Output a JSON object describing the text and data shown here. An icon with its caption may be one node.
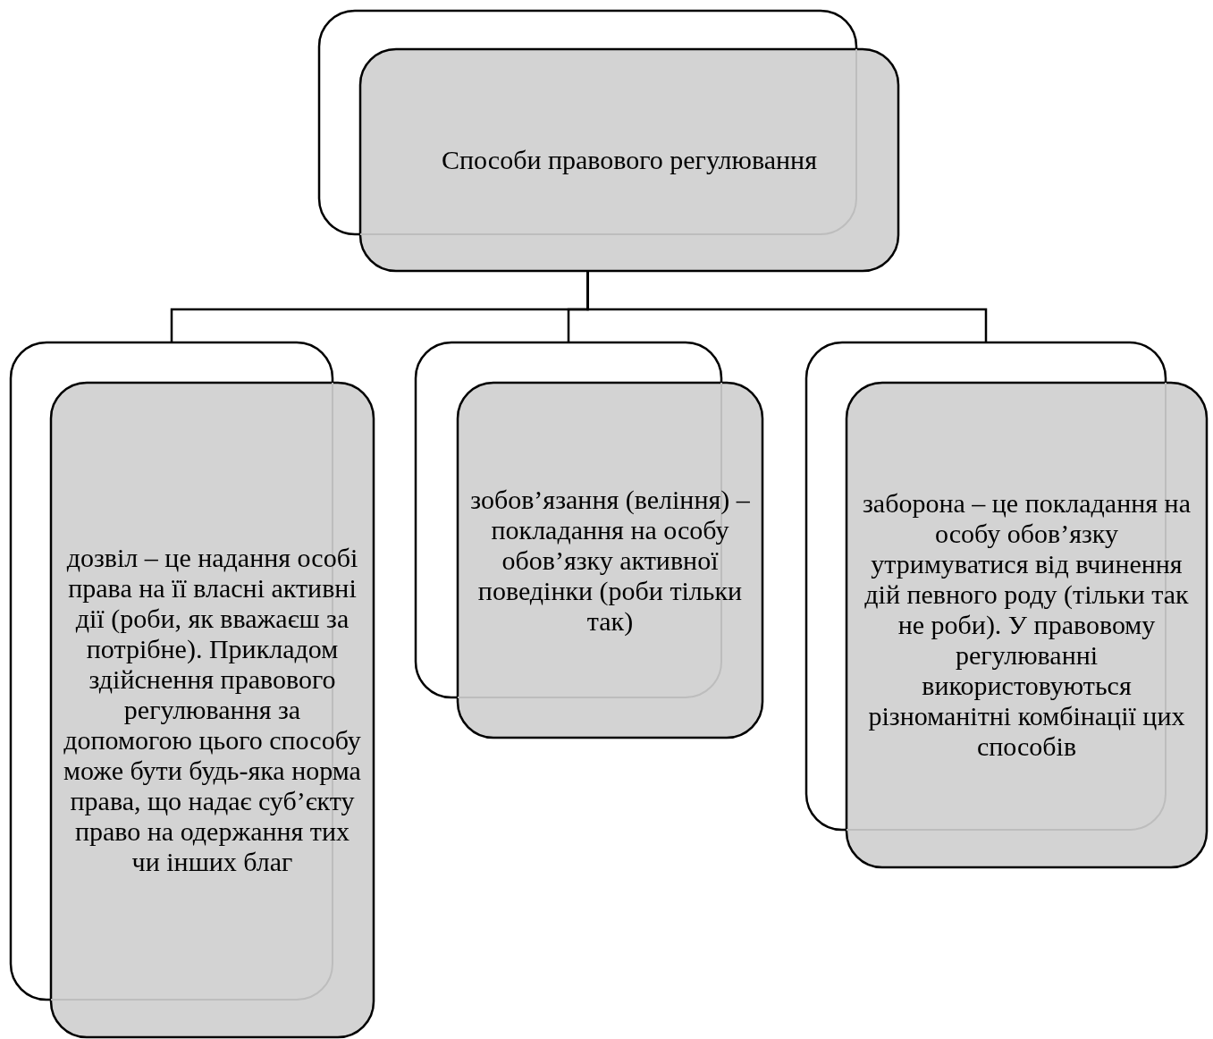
{
  "diagram": {
    "nodes": [
      {
        "text": [
          "Способи правового регулювання"
        ]
      },
      {
        "text": [
          "дозвіл – це надання особі права на її власні активні дії (роби, як вважаєш за потрібне). Прикладом здійснення правового регулювання за допомогою цього способу може бути будь-яка норма права, що надає суб’єкту право на одержання тих чи інших благ"
        ]
      },
      {
        "text": [
          "зобов’язання (веління) – покладання на особу обов’язку активної поведінки (роби тільки так)"
        ]
      },
      {
        "text": [
          "заборона – це покладання на особу обов’язку утримуватися від вчинення дій певного роду (тільки так не роби). У правовому регулюванні використовуються різноманітні комбінації цих способів"
        ]
      }
    ],
    "edges": [
      {
        "from": 0,
        "to": 1,
        "arrow": "none"
      },
      {
        "from": 0,
        "to": 2,
        "arrow": "none"
      },
      {
        "from": 0,
        "to": 3,
        "arrow": "none"
      }
    ]
  }
}
